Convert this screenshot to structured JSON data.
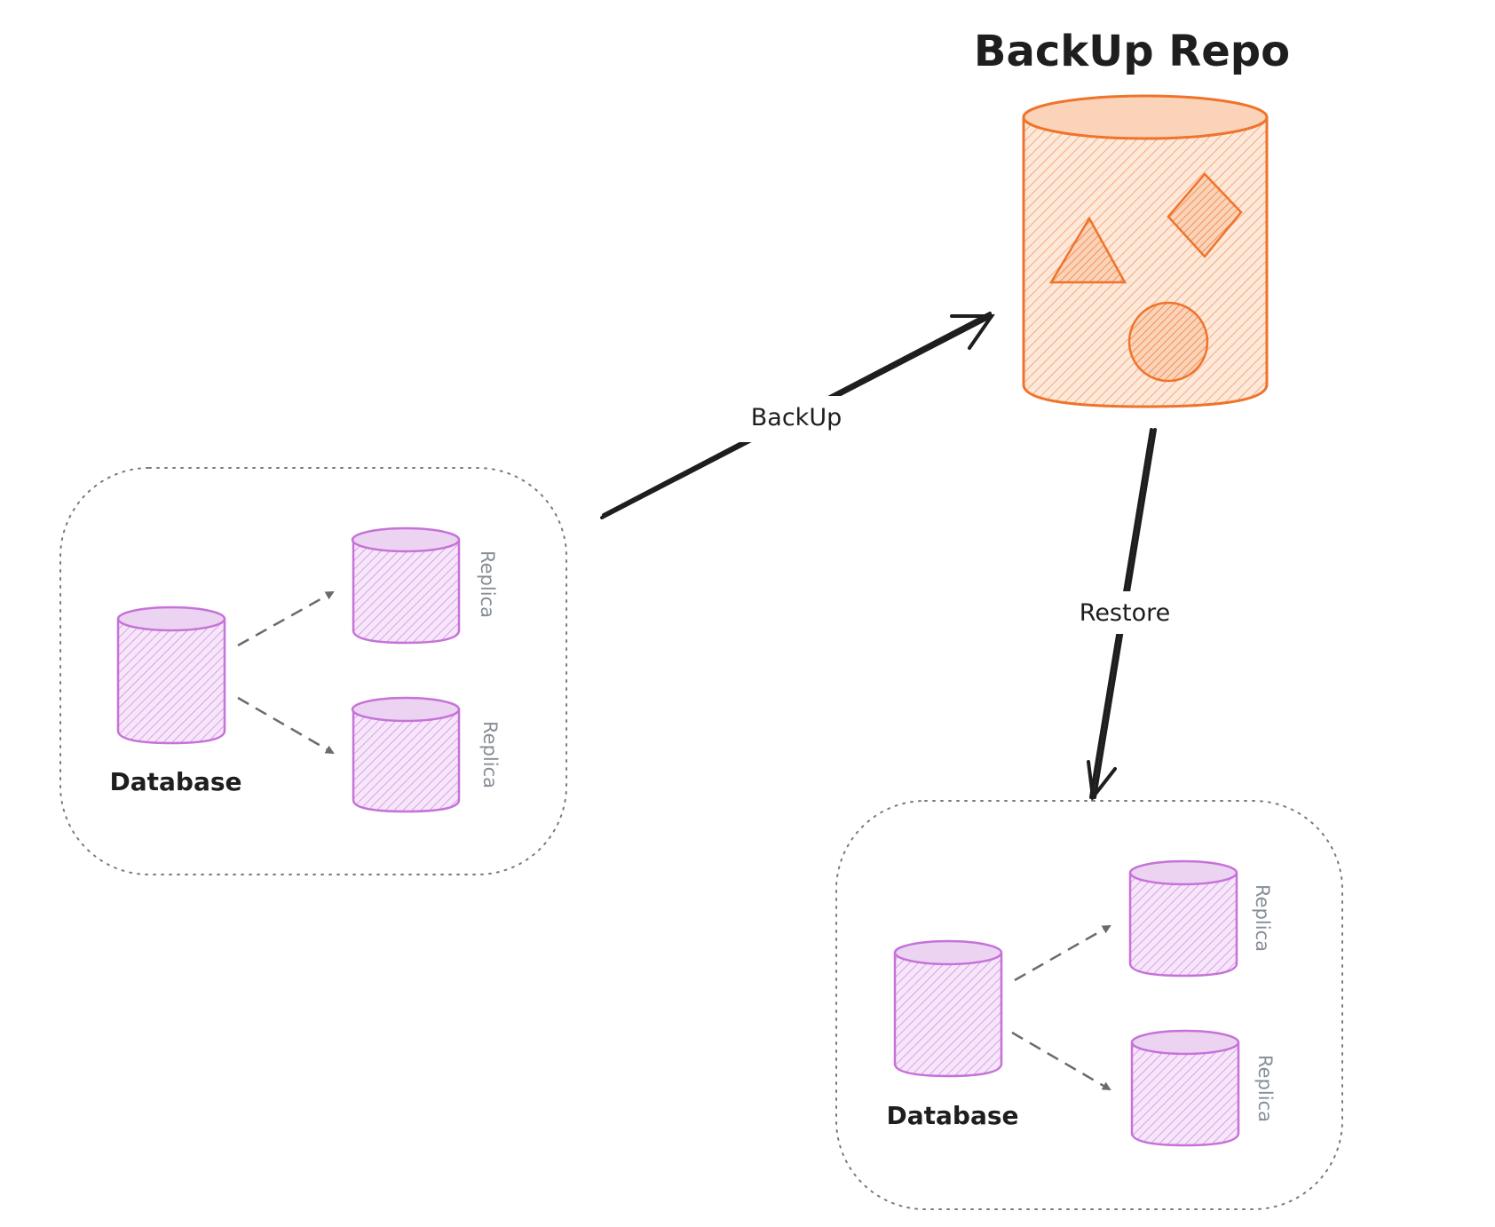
{
  "title": "BackUp Repo",
  "edges": {
    "backup_label": "BackUp",
    "restore_label": "Restore"
  },
  "groups": [
    {
      "database_label": "Database",
      "replicas": [
        "Replica",
        "Replica"
      ]
    },
    {
      "database_label": "Database",
      "replicas": [
        "Replica",
        "Replica"
      ]
    }
  ],
  "repo_shapes": [
    "triangle",
    "diamond",
    "circle"
  ],
  "colors": {
    "repo_stroke": "#f0732b",
    "repo_fill": "#fbd3b9",
    "db_stroke": "#c672d8",
    "db_fill": "#ecd3f2",
    "arrow": "#1e1e1e",
    "dashed_arrow": "#6b6b6b",
    "group_border": "#7a7a7a",
    "replica_text": "#868e96"
  }
}
